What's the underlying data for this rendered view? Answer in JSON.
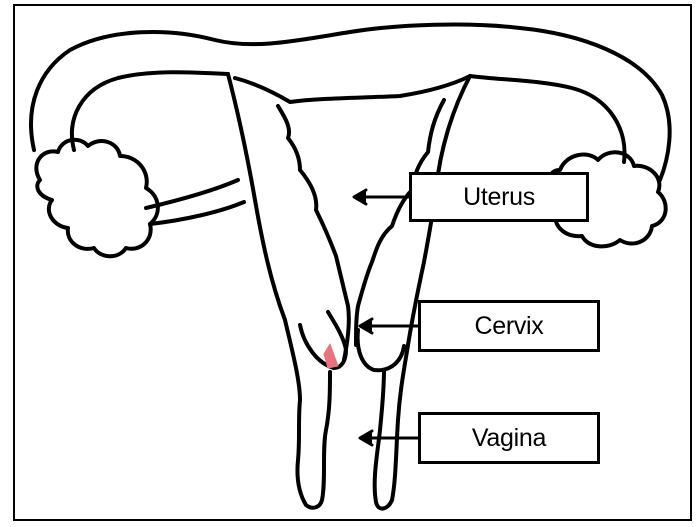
{
  "labels": {
    "uterus": "Uterus",
    "cervix": "Cervix",
    "vagina": "Vagina"
  },
  "colors": {
    "outline": "#000000",
    "background": "#ffffff",
    "highlight": "#e8737c"
  },
  "icons": {
    "arrow": "left-arrow"
  }
}
